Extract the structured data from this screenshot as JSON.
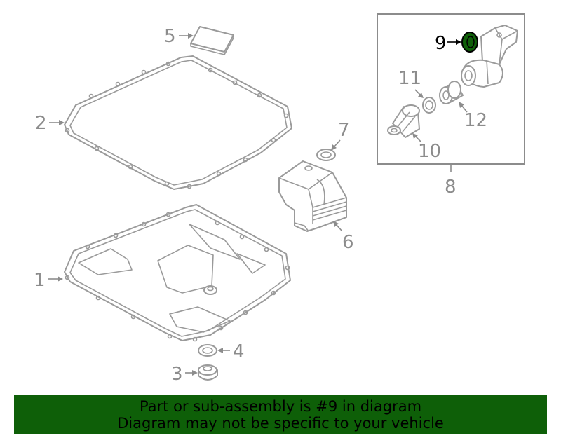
{
  "callouts": {
    "c1": "1",
    "c2": "2",
    "c3": "3",
    "c4": "4",
    "c5": "5",
    "c6": "6",
    "c7": "7",
    "c8": "8",
    "c9": "9",
    "c10": "10",
    "c11": "11",
    "c12": "12"
  },
  "highlight": {
    "part": "9",
    "color": "#0e5f08"
  },
  "banner": {
    "line1": "Part or sub-assembly is #9 in diagram",
    "line2": "Diagram may not be specific to your vehicle",
    "background": "#0e5f08"
  }
}
